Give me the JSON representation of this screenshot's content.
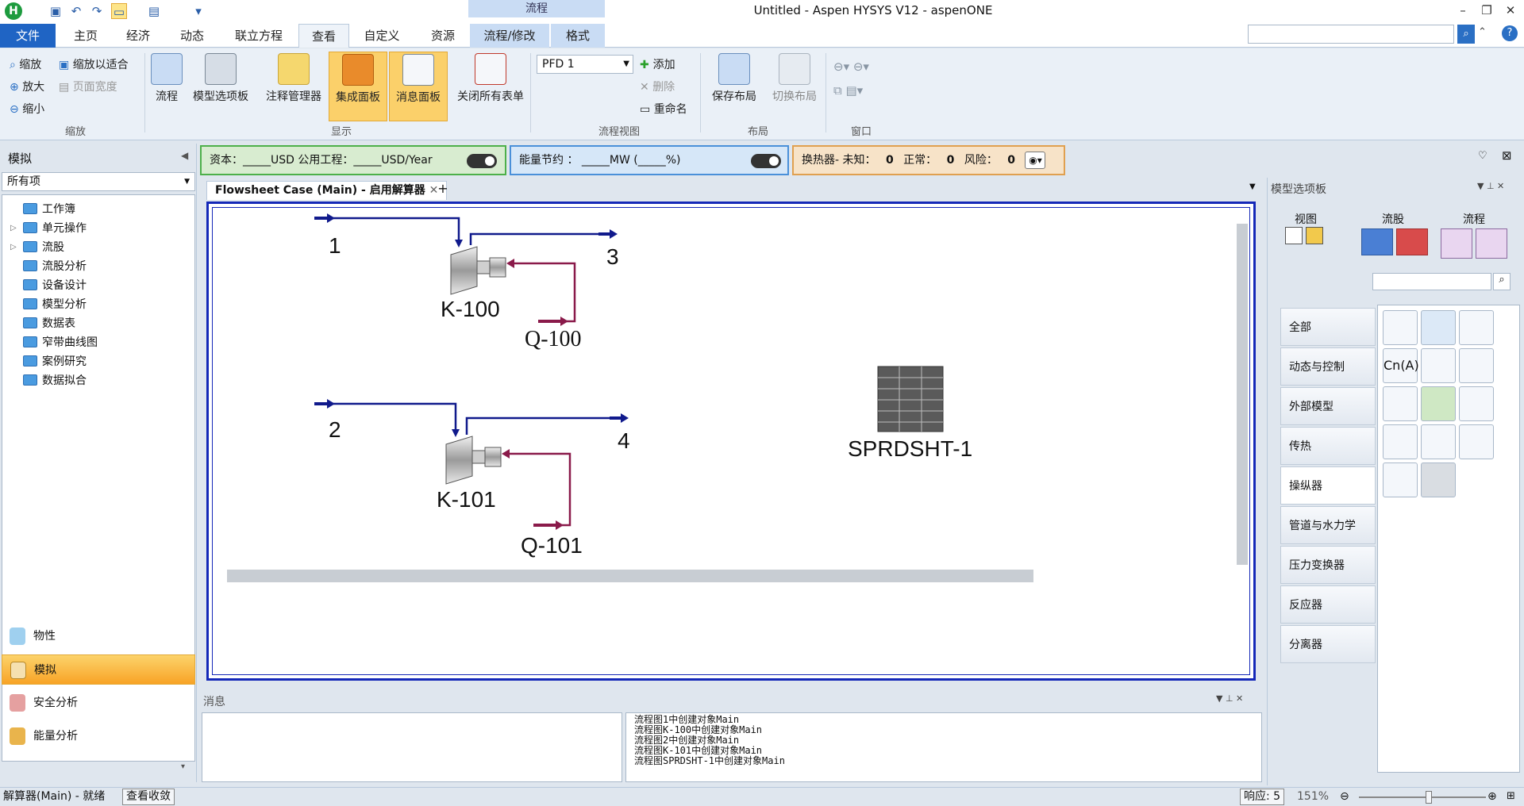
{
  "window": {
    "title": "Untitled - Aspen HYSYS V12 - aspenONE",
    "context_tab_group": "流程",
    "app_icon": "H"
  },
  "tabs": {
    "file": "文件",
    "home": "主页",
    "economics": "经济",
    "dynamics": "动态",
    "equations": "联立方程",
    "view": "查看",
    "customize": "自定义",
    "resources": "资源",
    "flowsheet_modify": "流程/修改",
    "format": "格式"
  },
  "ribbon": {
    "zoom": {
      "zoom": "缩放",
      "fit": "缩放以适合",
      "zoom_in": "放大",
      "page_width": "页面宽度",
      "zoom_out": "缩小",
      "group": "缩放"
    },
    "show": {
      "flowsheet": "流程",
      "model_palette": "模型选项板",
      "note_manager": "注释管理器",
      "integrated_panel": "集成面板",
      "message_panel": "消息面板",
      "close_all_forms": "关闭所有表单",
      "group": "显示"
    },
    "pfd_view": {
      "select_value": "PFD 1",
      "add": "添加",
      "delete": "删除",
      "rename": "重命名",
      "group": "流程视图"
    },
    "layout": {
      "save": "保存布局",
      "switch": "切换布局",
      "group": "布局"
    },
    "window": {
      "group": "窗口"
    }
  },
  "top_panels": {
    "capital": "资本：_____USD  公用工程：_____USD/Year",
    "energy": "能量节约 ：  _____MW     (_____%)",
    "exchanger": "换热器-  未知：",
    "exchanger_unknown": "0",
    "exchanger_normal_label": "正常：",
    "exchanger_normal": "0",
    "exchanger_risk_label": "风险：",
    "exchanger_risk": "0"
  },
  "left_panel": {
    "title": "模拟",
    "filter": "所有项",
    "tree": [
      "工作簿",
      "单元操作",
      "流股",
      "流股分析",
      "设备设计",
      "模型分析",
      "数据表",
      "窄带曲线图",
      "案例研究",
      "数据拟合"
    ],
    "nav": [
      "物性",
      "模拟",
      "安全分析",
      "能量分析"
    ]
  },
  "document": {
    "tab_title": "Flowsheet Case (Main) - 启用解算器"
  },
  "flowsheet": {
    "labels": {
      "s1": "1",
      "s3": "3",
      "k100": "K-100",
      "q100": "Q-100",
      "s2": "2",
      "s4": "4",
      "k101": "K-101",
      "q101": "Q-101",
      "sprd": "SPRDSHT-1"
    },
    "colors": {
      "material": "#101a8c",
      "energy": "#8a1a4a"
    }
  },
  "messages": {
    "title": "消息",
    "lines": [
      "流程图1中创建对象Main",
      "流程图K-100中创建对象Main",
      "流程图2中创建对象Main",
      "流程图K-101中创建对象Main",
      "流程图SPRDSHT-1中创建对象Main"
    ]
  },
  "palette": {
    "title": "模型选项板",
    "view": "视图",
    "stream": "流股",
    "flowsheet": "流程",
    "categories": [
      "全部",
      "动态与控制",
      "外部模型",
      "传热",
      "操纵器",
      "管道与水力学",
      "压力变换器",
      "反应器",
      "分离器"
    ]
  },
  "statusbar": {
    "solver": "解算器(Main) - 就绪",
    "view_convergence": "查看收敛",
    "response": "响应: 5",
    "zoom": "151%"
  }
}
